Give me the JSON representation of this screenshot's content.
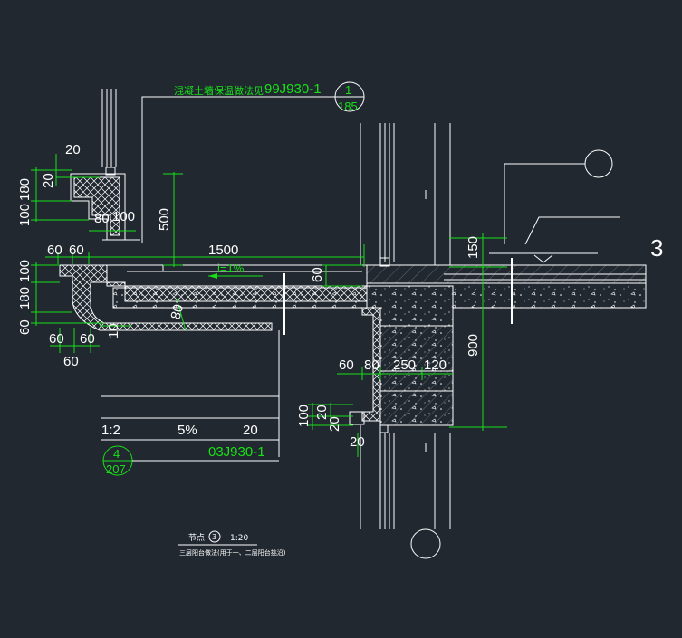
{
  "note": {
    "chinese_label": "混凝土墙保温做法见",
    "ref_code": "99J930-1",
    "circle_top": "1",
    "circle_bottom": "185"
  },
  "ref2": {
    "ref_code": "03J930-1",
    "circle_top": "4",
    "circle_bottom": "207"
  },
  "table": {
    "ratio": "1:2",
    "slope": "5%",
    "thickness": "20"
  },
  "dims": {
    "d20_top": "20",
    "d180_left": "180",
    "d100_left": "100",
    "d20_vert": "20",
    "d80": "80",
    "d100_b": "100",
    "d500": "500",
    "d1500": "1500",
    "slope": "i=1%",
    "d60a": "60",
    "d60b": "60",
    "d100_c": "100",
    "d180_c": "180",
    "d60_c": "60",
    "d60_d": "60",
    "d60_e": "60",
    "d60_f": "60",
    "d80_diag": "80",
    "d10": "10",
    "d60_mid": "60",
    "d150": "150",
    "d900": "900",
    "d60_g": "60",
    "d80_g": "80",
    "d250": "250",
    "d120": "120",
    "d100_h": "100",
    "d20_h": "20",
    "d20_i": "20",
    "d20_j": "20"
  },
  "label_3": "3",
  "caption": {
    "title": "节点",
    "num": "3",
    "scale": "1:20",
    "subtitle": "三层阳台做法(用于一、二层阳台挑沿)"
  }
}
